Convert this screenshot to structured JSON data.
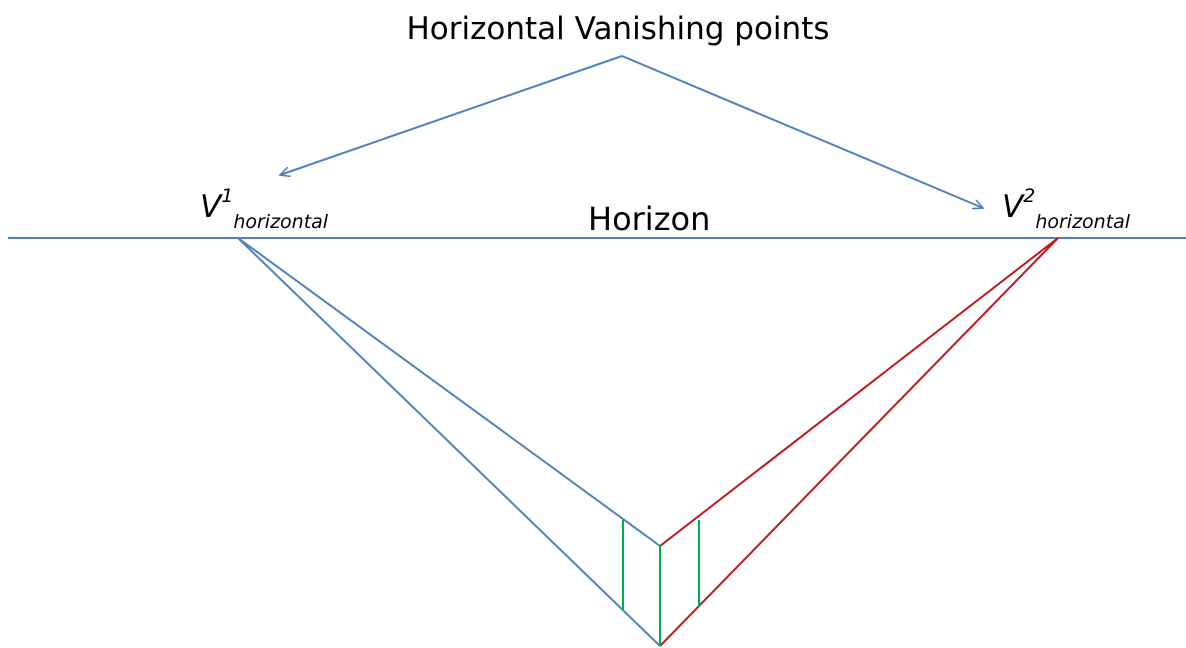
{
  "title": "Horizontal Vanishing points",
  "horizon_label": "Horizon",
  "vanishing_points": [
    {
      "letter": "V",
      "superscript": "1",
      "subscript": "horizontal"
    },
    {
      "letter": "V",
      "superscript": "2",
      "subscript": "horizontal"
    }
  ],
  "colors": {
    "blue": "#4f81bd",
    "red": "#c0161c",
    "green": "#00b050",
    "text": "#000000"
  }
}
